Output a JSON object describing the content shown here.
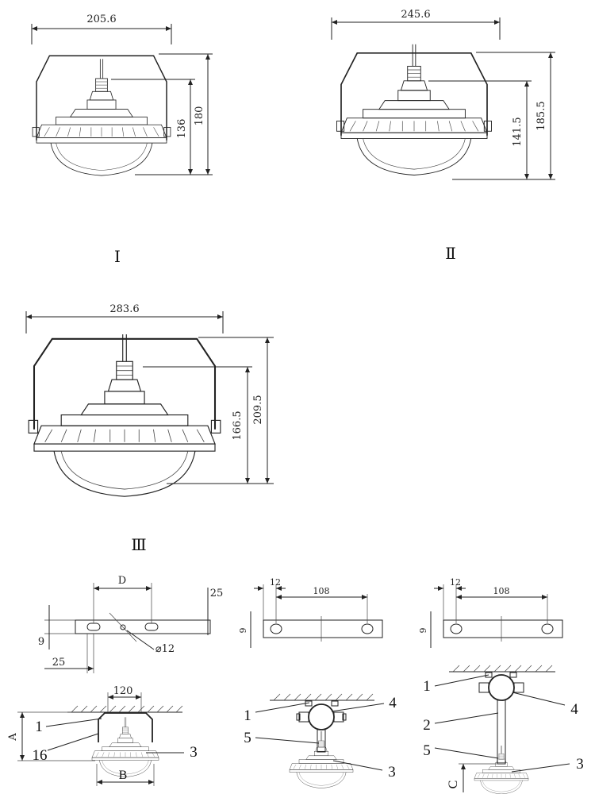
{
  "views": [
    {
      "roman": "Ⅰ",
      "width": "205.6",
      "h_inner": "136",
      "h_outer": "180"
    },
    {
      "roman": "Ⅱ",
      "width": "245.6",
      "h_inner": "141.5",
      "h_outer": "185.5"
    },
    {
      "roman": "Ⅲ",
      "width": "283.6",
      "h_inner": "166.5",
      "h_outer": "209.5"
    }
  ],
  "bracket_a": {
    "d": "D",
    "off": "25",
    "thk": "9",
    "left": "25",
    "hole": "⌀12"
  },
  "bracket_b": {
    "edge": "12",
    "pitch": "108",
    "thk": "9"
  },
  "bracket_c": {
    "edge": "12",
    "pitch": "108",
    "thk": "9"
  },
  "mount_a": {
    "span": "120",
    "a": "A",
    "b": "B",
    "p1": "1",
    "p16": "16",
    "p3": "3"
  },
  "mount_b": {
    "p1": "1",
    "p4": "4",
    "p5": "5",
    "p3": "3"
  },
  "mount_c": {
    "p1": "1",
    "p2": "2",
    "p4": "4",
    "p5": "5",
    "p3": "3",
    "c": "C"
  }
}
